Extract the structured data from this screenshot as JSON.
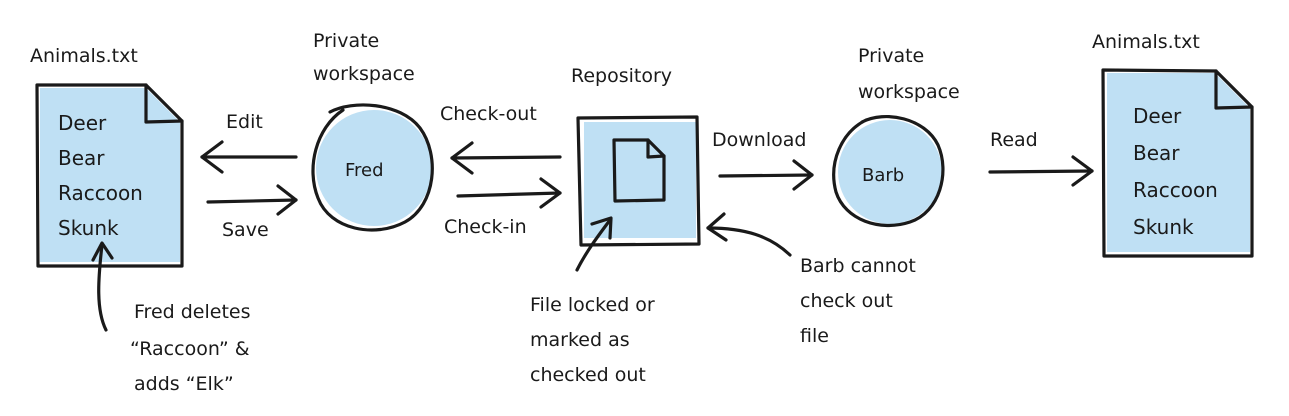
{
  "left_file": {
    "title": "Animals.txt",
    "lines": [
      "Deer",
      "Bear",
      "Raccoon",
      "Skunk"
    ]
  },
  "right_file": {
    "title": "Animals.txt",
    "lines": [
      "Deer",
      "Bear",
      "Raccoon",
      "Skunk"
    ]
  },
  "fred_workspace": {
    "caption": [
      "Private",
      "workspace"
    ],
    "name": "Fred"
  },
  "barb_workspace": {
    "caption": [
      "Private",
      "workspace"
    ],
    "name": "Barb"
  },
  "repository": {
    "title": "Repository"
  },
  "arrows": {
    "edit": "Edit",
    "save": "Save",
    "checkout": "Check-out",
    "checkin": "Check-in",
    "download": "Download",
    "read": "Read"
  },
  "notes": {
    "fred_note": [
      "Fred deletes",
      "“Raccoon” &",
      "adds “Elk”"
    ],
    "lock_note": [
      "File locked or",
      "marked as",
      "checked out"
    ],
    "barb_note": [
      "Barb cannot",
      "check out",
      "file"
    ]
  },
  "colors": {
    "fill": "#bfe0f4",
    "ink": "#1a1a1a"
  }
}
